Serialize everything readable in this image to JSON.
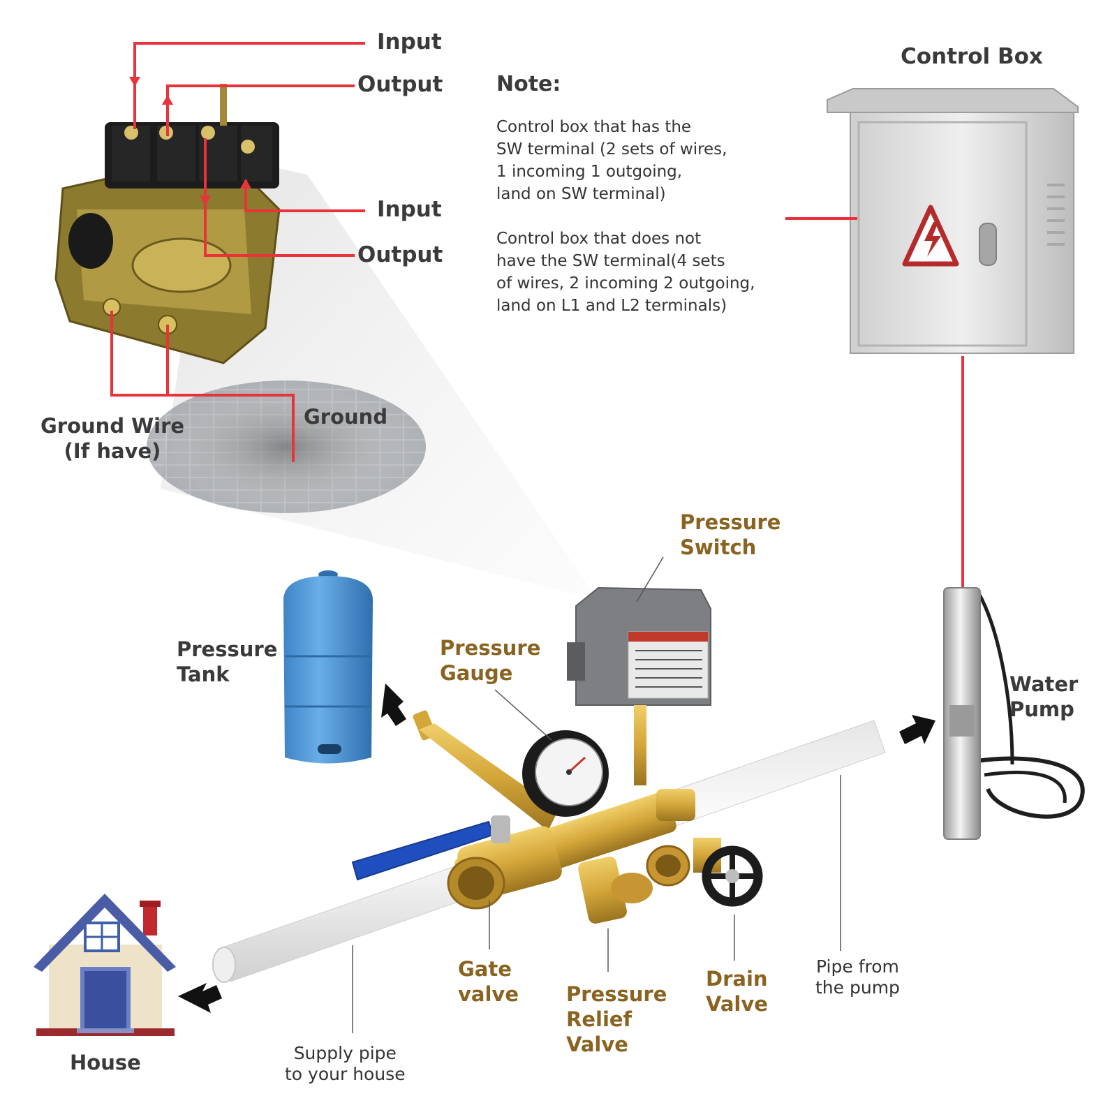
{
  "switch_terminals": {
    "top_input": "Input",
    "top_output": "Output",
    "mid_input": "Input",
    "mid_output": "Output"
  },
  "ground": {
    "ground_wire": "Ground Wire\n(If have)",
    "ground": "Ground"
  },
  "note": {
    "heading": "Note:",
    "paragraph_1": "Control box that has the\nSW terminal (2 sets of wires,\n1 incoming 1 outgoing,\nland on SW terminal)",
    "paragraph_2": "Control box that does not\nhave the SW terminal(4 sets\nof wires, 2 incoming 2 outgoing,\nland on L1 and L2 terminals)"
  },
  "components": {
    "control_box": "Control Box",
    "pressure_switch": "Pressure\nSwitch",
    "pressure_tank": "Pressure\nTank",
    "pressure_gauge": "Pressure\nGauge",
    "water_pump": "Water\nPump",
    "gate_valve": "Gate\nvalve",
    "pressure_relief_valve": "Pressure\nRelief\nValve",
    "drain_valve": "Drain\nValve",
    "house": "House"
  },
  "pipes": {
    "pipe_from_pump": "Pipe from\nthe pump",
    "supply_pipe": "Supply pipe\nto your house"
  },
  "colors": {
    "wire_red": "#e8333a",
    "label_gold": "#8a6320",
    "label_dark": "#3a3a3a",
    "tank_blue": "#4a90d0",
    "brass": "#d4a63a"
  },
  "icons": [
    "high-voltage-icon",
    "arrow-icon",
    "house-icon",
    "gauge-icon"
  ]
}
